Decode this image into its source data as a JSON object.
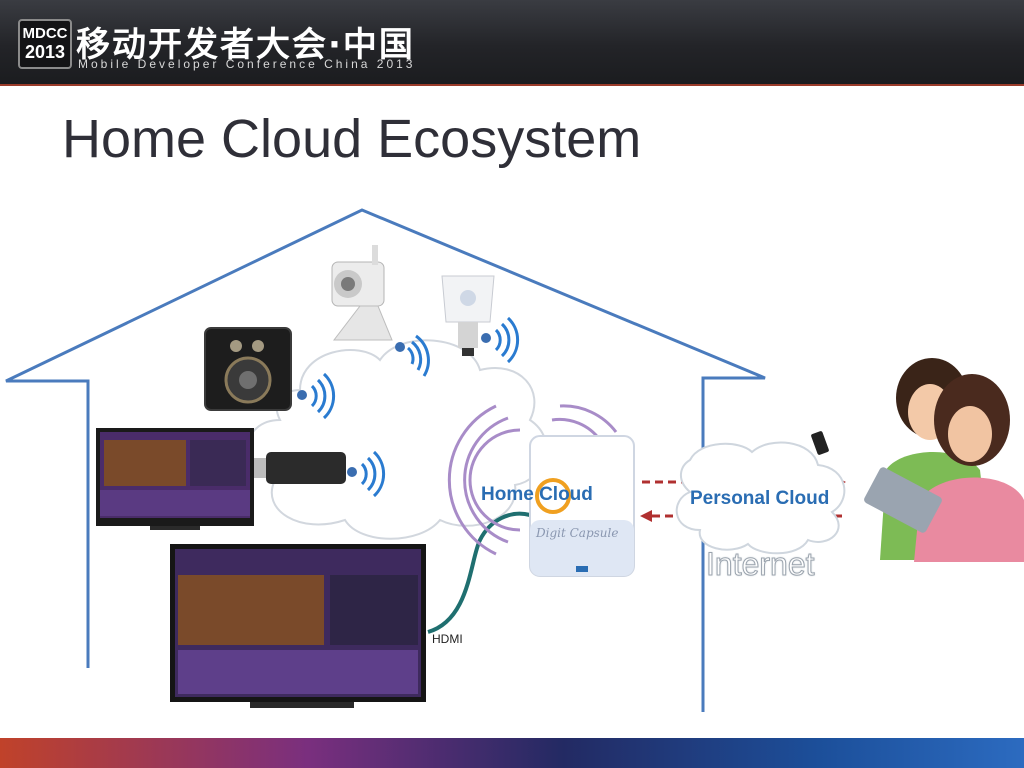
{
  "header": {
    "badge_line1": "MDCC",
    "badge_line2": "2013",
    "title_cn": "移动开发者大会·中国",
    "subtitle": "Mobile Developer Conference China 2013"
  },
  "slide": {
    "title": "Home Cloud Ecosystem"
  },
  "diagram": {
    "home_cloud": "Home Cloud",
    "personal_cloud": "Personal Cloud",
    "internet": "Internet",
    "hdmi": "HDMI",
    "device_brand": "Digit Capsule"
  },
  "colors": {
    "house_line": "#4a7bbd",
    "accent_blue": "#2a6db3",
    "accent_orange": "#f0a020",
    "dashed_red": "#b03030"
  }
}
